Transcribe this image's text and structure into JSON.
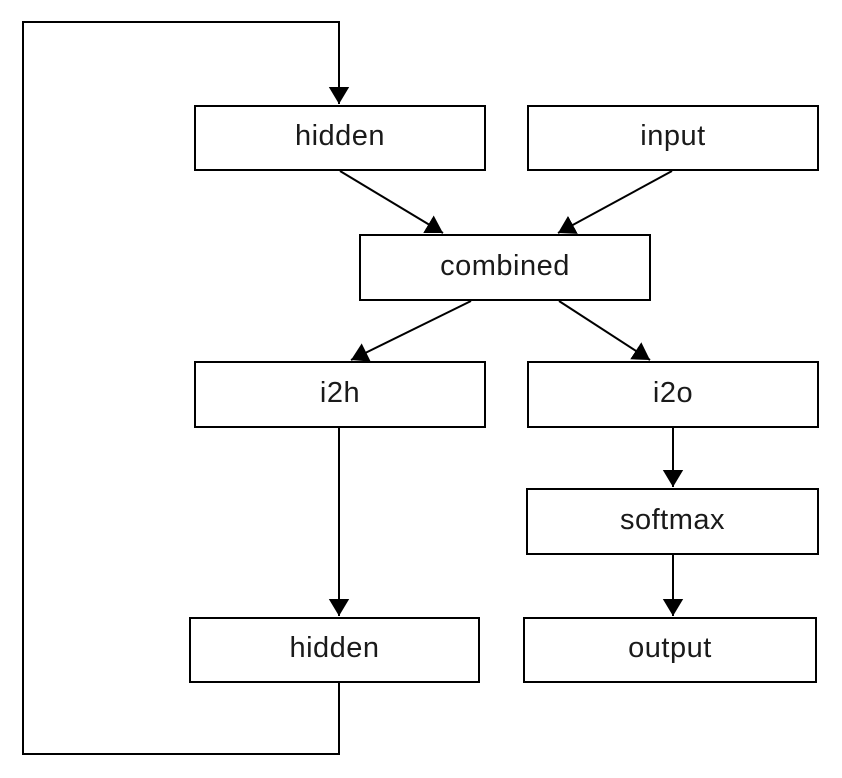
{
  "diagram": {
    "description": "Recurrent neural network module flowchart",
    "background_color": "#ffffff",
    "stroke_color": "#000000",
    "text_color": "#1a1a1a",
    "arrow_marker": "filled-triangle",
    "nodes": [
      {
        "id": "hidden-top",
        "label": "hidden"
      },
      {
        "id": "input",
        "label": "input"
      },
      {
        "id": "combined",
        "label": "combined"
      },
      {
        "id": "i2h",
        "label": "i2h"
      },
      {
        "id": "i2o",
        "label": "i2o"
      },
      {
        "id": "softmax",
        "label": "softmax"
      },
      {
        "id": "hidden-bottom",
        "label": "hidden"
      },
      {
        "id": "output",
        "label": "output"
      }
    ],
    "edges": [
      {
        "from": "hidden-bottom",
        "to": "hidden-top",
        "type": "recurrent-loop"
      },
      {
        "from": "hidden-top",
        "to": "combined",
        "type": "arrow"
      },
      {
        "from": "input",
        "to": "combined",
        "type": "arrow"
      },
      {
        "from": "combined",
        "to": "i2h",
        "type": "arrow"
      },
      {
        "from": "combined",
        "to": "i2o",
        "type": "arrow"
      },
      {
        "from": "i2h",
        "to": "hidden-bottom",
        "type": "arrow"
      },
      {
        "from": "i2o",
        "to": "softmax",
        "type": "arrow"
      },
      {
        "from": "softmax",
        "to": "output",
        "type": "arrow"
      }
    ]
  }
}
